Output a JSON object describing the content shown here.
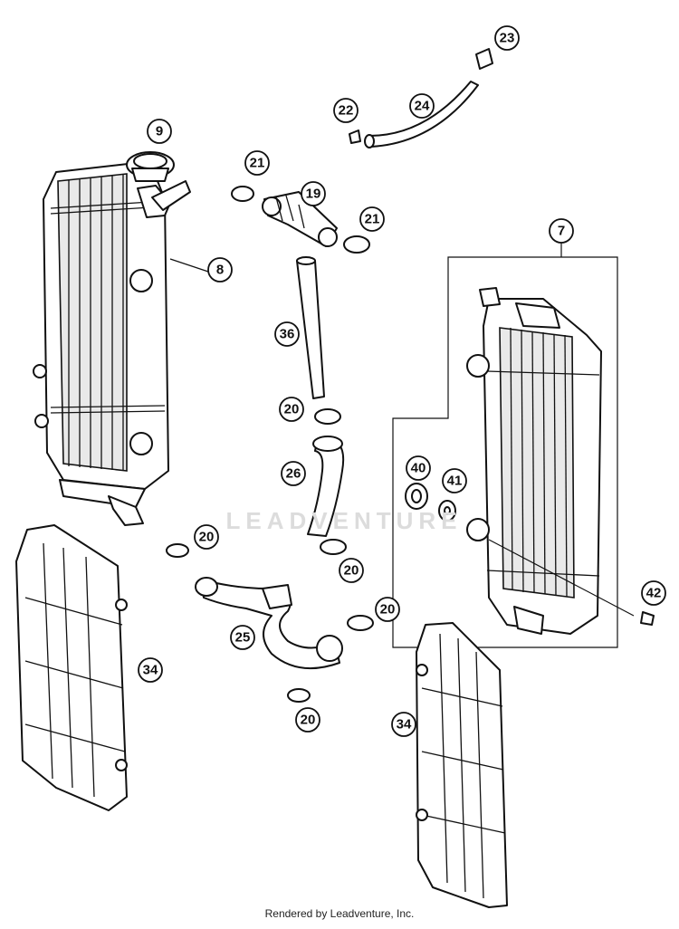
{
  "watermark": "LEADVENTURE",
  "footer": {
    "credit": "Rendered by Leadventure, Inc."
  },
  "callouts": [
    {
      "id": "c-9",
      "label": "9"
    },
    {
      "id": "c-8",
      "label": "8"
    },
    {
      "id": "c-7",
      "label": "7"
    },
    {
      "id": "c-19",
      "label": "19"
    },
    {
      "id": "c-20",
      "label": "20"
    },
    {
      "id": "c-21",
      "label": "21"
    },
    {
      "id": "c-22",
      "label": "22"
    },
    {
      "id": "c-23",
      "label": "23"
    },
    {
      "id": "c-24",
      "label": "24"
    },
    {
      "id": "c-25",
      "label": "25"
    },
    {
      "id": "c-26",
      "label": "26"
    },
    {
      "id": "c-34",
      "label": "34"
    },
    {
      "id": "c-36",
      "label": "36"
    },
    {
      "id": "c-40",
      "label": "40"
    },
    {
      "id": "c-41",
      "label": "41"
    },
    {
      "id": "c-42",
      "label": "42"
    }
  ]
}
